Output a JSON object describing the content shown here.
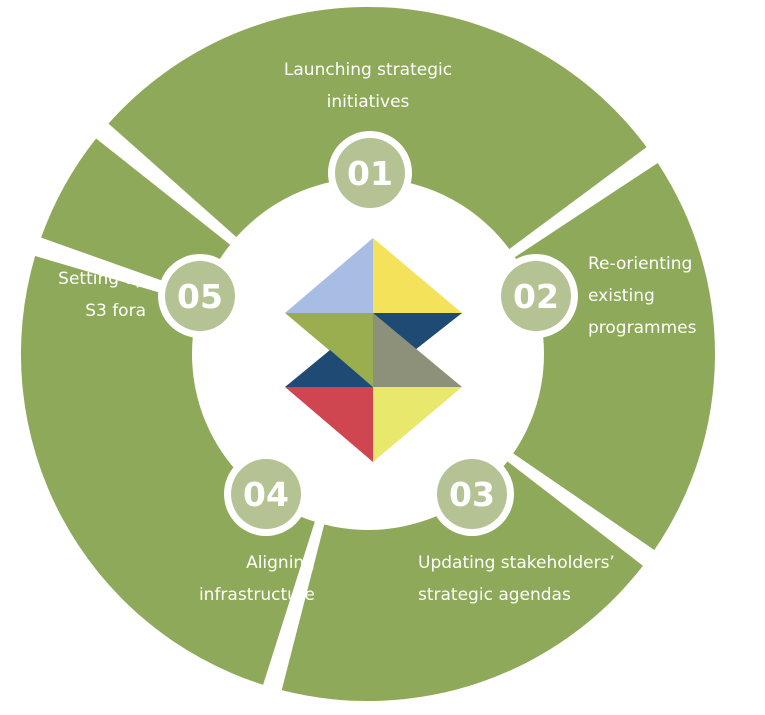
{
  "colors": {
    "segment": "#8fa95a",
    "badge": "#b5c394",
    "background": "#ffffff",
    "label_text": "#ffffff"
  },
  "segments": [
    {
      "number": "01",
      "label_lines": [
        "Launching strategic",
        "initiatives"
      ]
    },
    {
      "number": "02",
      "label_lines": [
        "Re-orienting",
        "existing",
        "programmes"
      ]
    },
    {
      "number": "03",
      "label_lines": [
        "Updating stakeholders’",
        "strategic agendas"
      ]
    },
    {
      "number": "04",
      "label_lines": [
        "Aligning",
        "infrastructure"
      ]
    },
    {
      "number": "05",
      "label_lines": [
        "Setting up",
        "S3 fora"
      ]
    }
  ],
  "logo": {
    "colors": {
      "light_blue": "#a8bde3",
      "yellow": "#f4e25a",
      "olive": "#9aae4f",
      "navy": "#1f4a73",
      "grey": "#8d917a",
      "red": "#cf4650",
      "light_yellow": "#e8e86c"
    }
  }
}
